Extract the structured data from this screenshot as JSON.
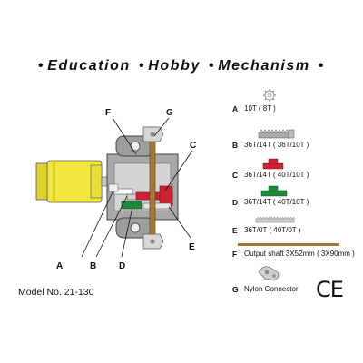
{
  "banner": {
    "word1": "Education",
    "word2": "Hobby",
    "word3": "Mechanism",
    "bullet": "•"
  },
  "callouts": {
    "a": "A",
    "b": "B",
    "c": "C",
    "d": "D",
    "e": "E",
    "f": "F",
    "g": "G"
  },
  "legend": [
    {
      "key": "A",
      "text": "10T ( 8T )",
      "icon": "small-gear-icon",
      "color": "#bbbbbb"
    },
    {
      "key": "B",
      "text": "36T/14T ( 36T/10T )",
      "icon": "gray-gear-pair-icon",
      "color": "#aaaaaa"
    },
    {
      "key": "C",
      "text": "36T/14T ( 40T/10T )",
      "icon": "red-gear-pair-icon",
      "color": "#cc2233"
    },
    {
      "key": "D",
      "text": "36T/14T ( 40T/10T )",
      "icon": "green-gear-pair-icon",
      "color": "#1e8a3e"
    },
    {
      "key": "E",
      "text": "36T/0T ( 40T/0T )",
      "icon": "gear-rack-icon",
      "color": "#b8b8b8"
    },
    {
      "key": "F",
      "text": "Output shaft 3X52mm ( 3X90mm )",
      "icon": "shaft-icon",
      "color": "#a07a3a"
    },
    {
      "key": "G",
      "text": "Nylon Connector",
      "icon": "nylon-connector-icon",
      "color": "#9a9a9a"
    }
  ],
  "model": "Model No. 21-130",
  "ce_mark": "CE",
  "colors": {
    "motor": "#f2e640",
    "housing": "#a9a9a9",
    "shaft": "#a07a3a",
    "red_gear": "#cc2233",
    "green_gear": "#1e8a3e"
  }
}
